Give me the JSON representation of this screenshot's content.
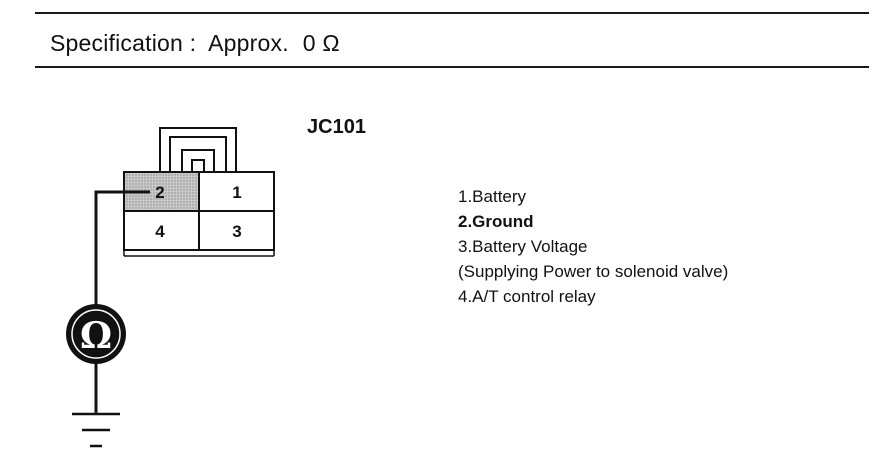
{
  "specification": {
    "label": "Specification :",
    "value": "Approx.",
    "amount": "0 Ω"
  },
  "connector": {
    "name": "JC101",
    "pins": [
      "1",
      "2",
      "3",
      "4"
    ]
  },
  "meter_symbol": "Ω",
  "legend": {
    "item1": "1.Battery",
    "item2": "2.Ground",
    "item3": "3.Battery Voltage",
    "item3_note": "(Supplying Power to solenoid valve)",
    "item4": "4.A/T control relay"
  },
  "icons": [
    "ohmmeter-icon",
    "ground-icon"
  ]
}
